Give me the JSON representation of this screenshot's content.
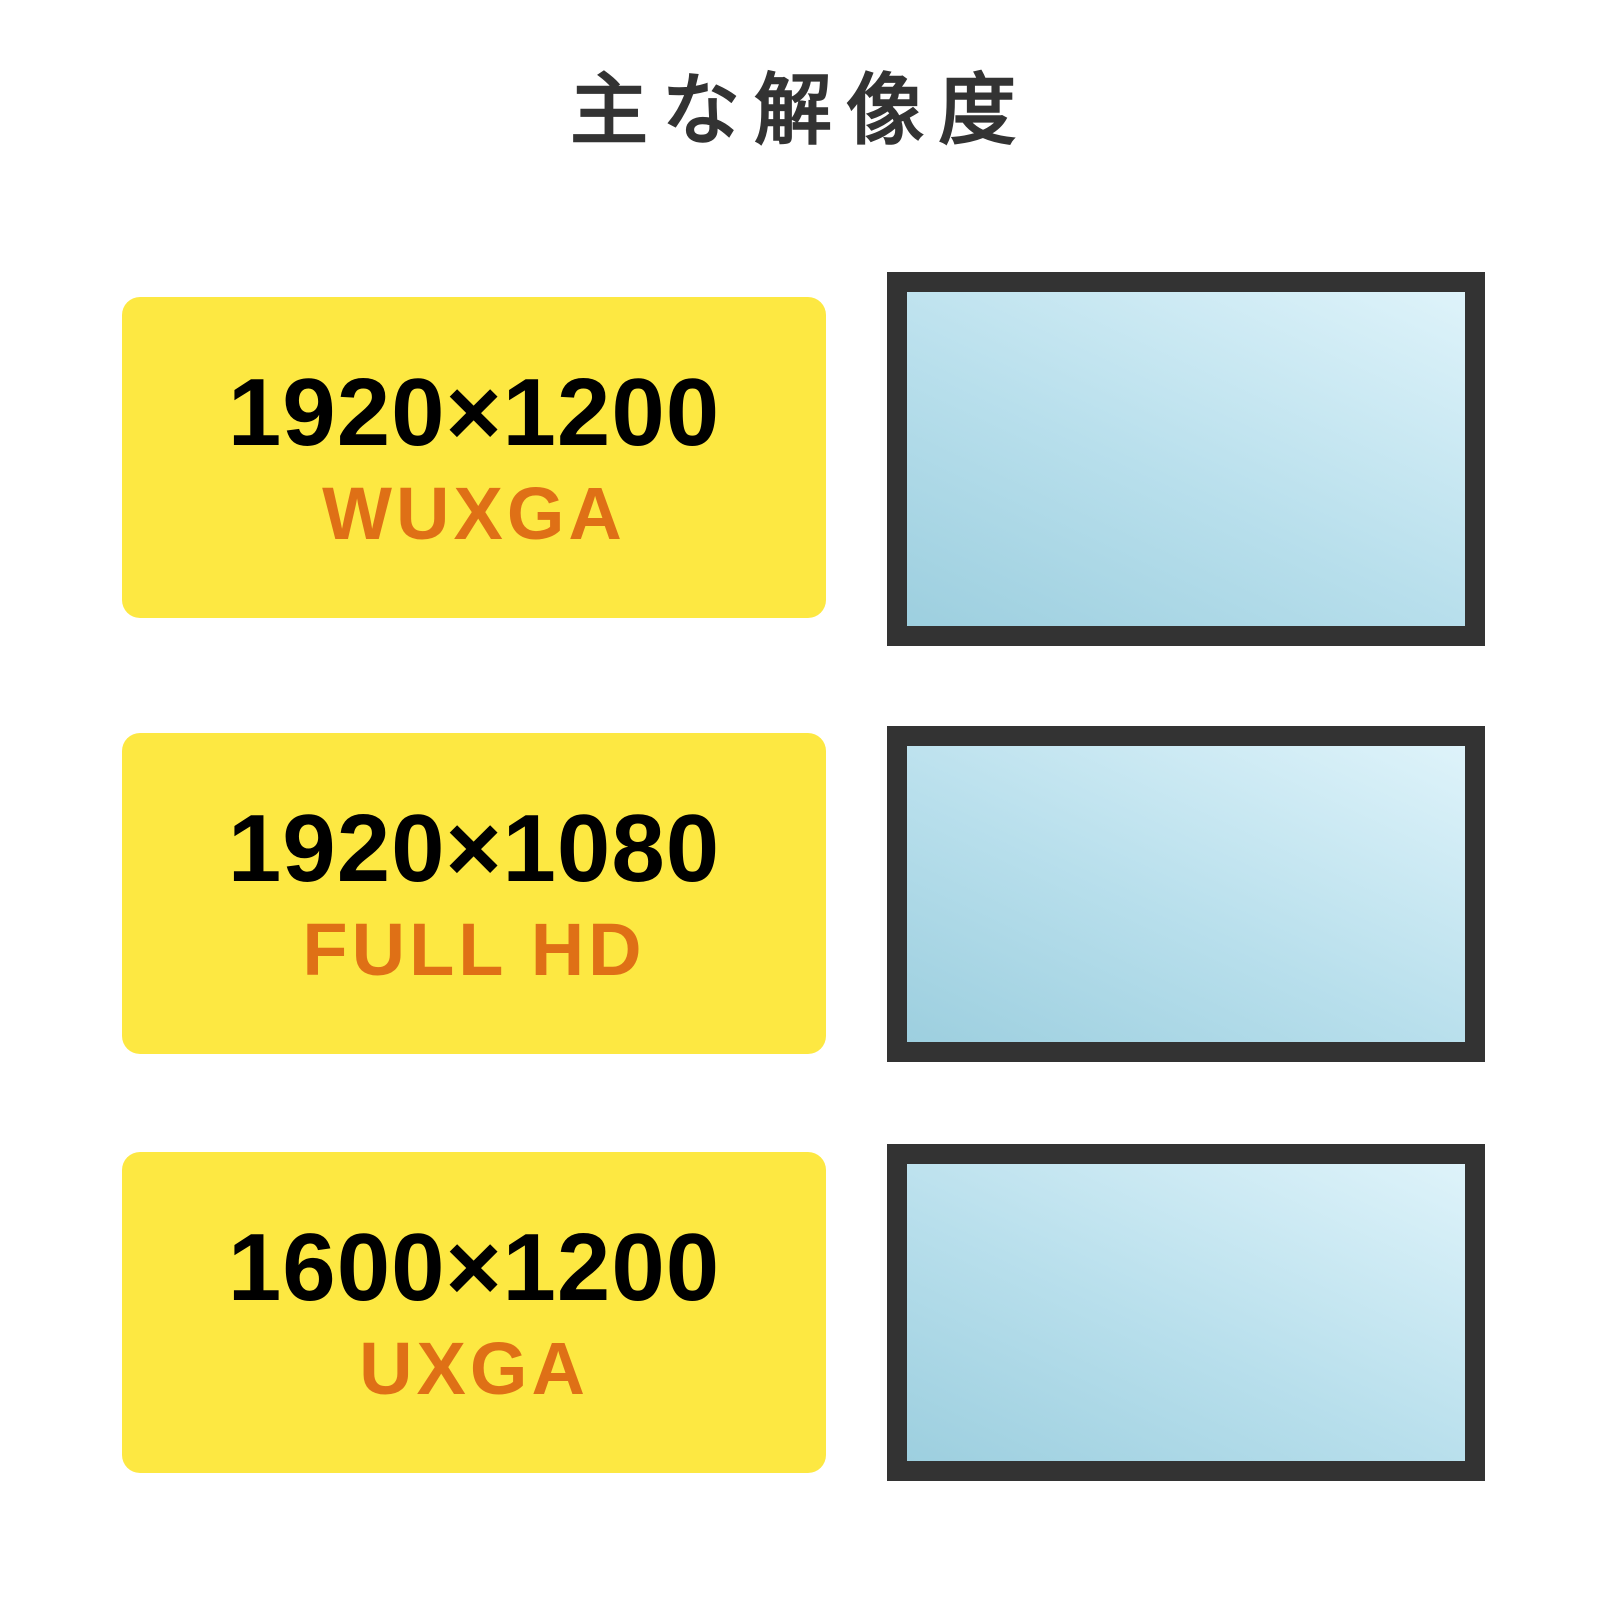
{
  "title": "主な解像度",
  "resolutions": [
    {
      "value": "1920×1200",
      "name": "WUXGA"
    },
    {
      "value": "1920×1080",
      "name": "FULL HD"
    },
    {
      "value": "1600×1200",
      "name": "UXGA"
    }
  ],
  "colors": {
    "card": "#fde842",
    "label": "#df7016",
    "frame": "#333333"
  }
}
